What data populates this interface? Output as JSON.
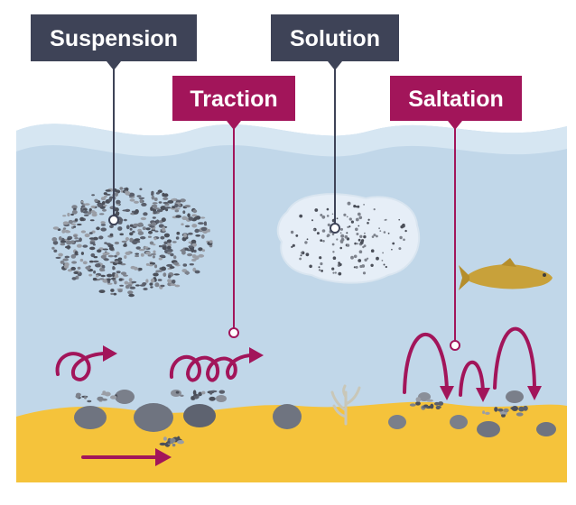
{
  "labels": {
    "suspension": "Suspension",
    "solution": "Solution",
    "traction": "Traction",
    "saltation": "Saltation"
  },
  "colors": {
    "water": "#c1d7e9",
    "water_surface": "#d9e7f2",
    "river_bed": "#f5c33b",
    "label_dark": "#3e4357",
    "label_accent": "#a2155a",
    "arrow": "#a2155a",
    "pebble": "#6f7480",
    "solution_cloud": "#e4edf6",
    "fish": "#c8a13a"
  },
  "icons": {
    "fish": "fish-icon",
    "plant": "plant-icon"
  }
}
